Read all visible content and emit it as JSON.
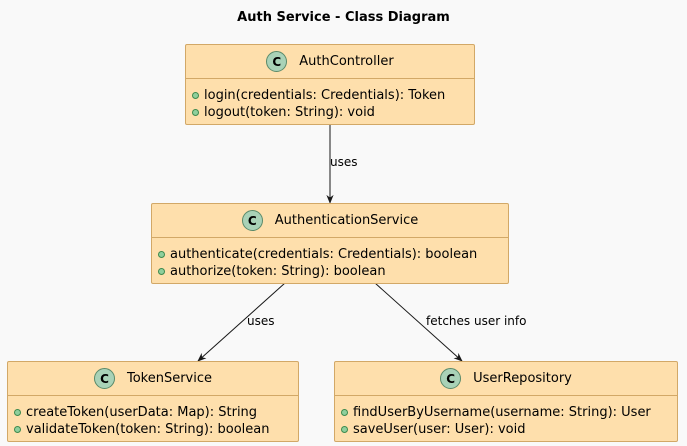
{
  "diagram": {
    "title": "Auth Service - Class Diagram",
    "badge_letter": "C",
    "classes": [
      {
        "name": "AuthController",
        "methods": [
          "login(credentials: Credentials): Token",
          "logout(token: String): void"
        ]
      },
      {
        "name": "AuthenticationService",
        "methods": [
          "authenticate(credentials: Credentials): boolean",
          "authorize(token: String): boolean"
        ]
      },
      {
        "name": "TokenService",
        "methods": [
          "createToken(userData: Map): String",
          "validateToken(token: String): boolean"
        ]
      },
      {
        "name": "UserRepository",
        "methods": [
          "findUserByUsername(username: String): User",
          "saveUser(user: User): void"
        ]
      }
    ],
    "relations": [
      {
        "from": "AuthController",
        "to": "AuthenticationService",
        "label": "uses"
      },
      {
        "from": "AuthenticationService",
        "to": "TokenService",
        "label": "uses"
      },
      {
        "from": "AuthenticationService",
        "to": "UserRepository",
        "label": "fetches user info"
      }
    ],
    "colors": {
      "class_fill": "#fedfac",
      "class_border": "#d2a867",
      "badge_fill": "#a9d2b7",
      "background": "#f9f9f9"
    }
  }
}
